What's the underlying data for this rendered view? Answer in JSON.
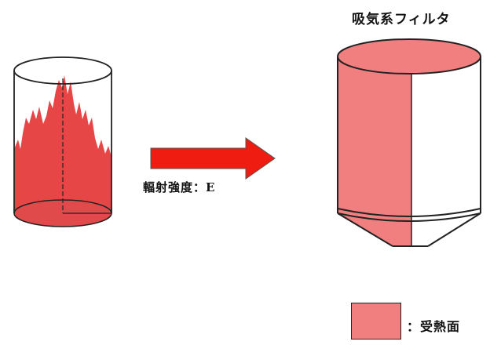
{
  "filter_title": "吸気系フィルタ",
  "radiation_label": "輻射強度：E",
  "legend": {
    "label": "：受熱面",
    "swatch_color": "#f17f7f"
  },
  "colors": {
    "flame": "#e74646",
    "flame_base": "#e14a4a",
    "arrow": "#ef1c12",
    "heated_surface": "#f17f7f",
    "outline": "#222222"
  },
  "icons": [
    "fire-source-cylinder-icon",
    "radiation-arrow-icon",
    "intake-filter-icon"
  ]
}
